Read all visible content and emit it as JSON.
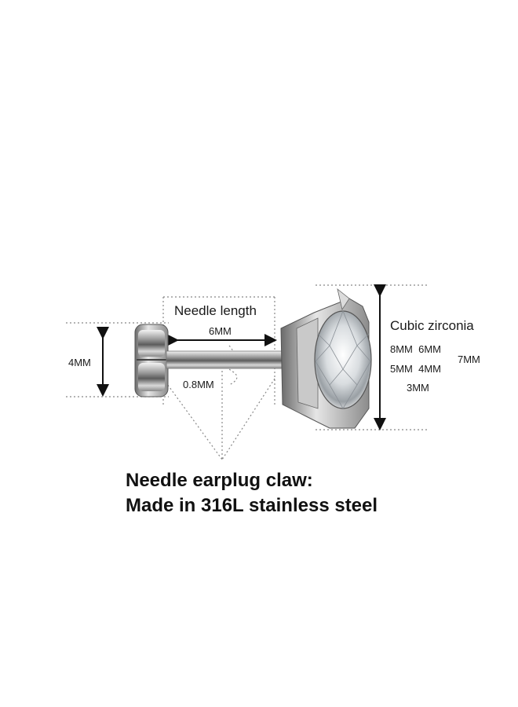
{
  "labels": {
    "needle_length_title": "Needle length",
    "needle_length_value": "6MM",
    "head_height": "4MM",
    "needle_diameter": "0.8MM",
    "stone_title": "Cubic zirconia",
    "size_row1": "8MM  6MM",
    "size_row2": "5MM  4MM",
    "size_row3": "3MM",
    "size_side": "7MM"
  },
  "caption": {
    "line1": "Needle earplug claw:",
    "line2": "Made in 316L stainless steel"
  }
}
